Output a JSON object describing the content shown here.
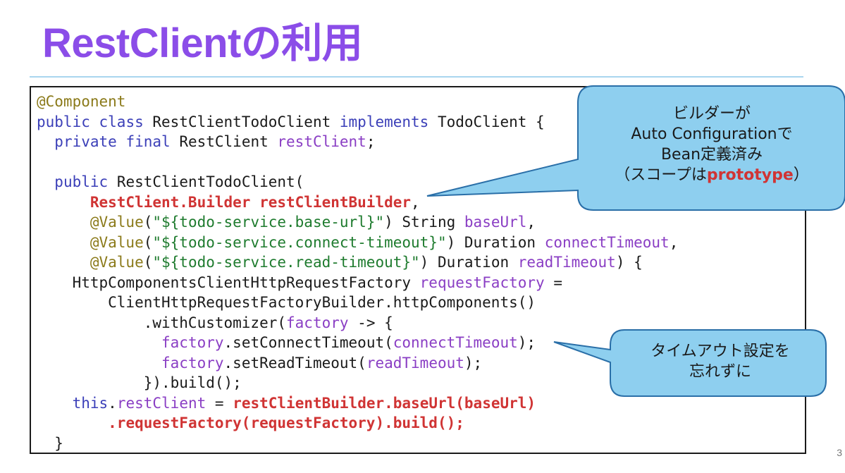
{
  "slide": {
    "title": "RestClientの利用",
    "page_number": "3"
  },
  "code": {
    "lines": [
      [
        {
          "t": "@Component",
          "c": "a"
        }
      ],
      [
        {
          "t": "public ",
          "c": "k"
        },
        {
          "t": "class ",
          "c": "k"
        },
        {
          "t": "RestClientTodoClient "
        },
        {
          "t": "implements ",
          "c": "k"
        },
        {
          "t": "TodoClient {"
        }
      ],
      [
        {
          "t": "  "
        },
        {
          "t": "private ",
          "c": "k"
        },
        {
          "t": "final ",
          "c": "k"
        },
        {
          "t": "RestClient "
        },
        {
          "t": "restClient",
          "c": "v"
        },
        {
          "t": ";"
        }
      ],
      [
        {
          "t": ""
        }
      ],
      [
        {
          "t": "  "
        },
        {
          "t": "public ",
          "c": "k"
        },
        {
          "t": "RestClientTodoClient("
        }
      ],
      [
        {
          "t": "      "
        },
        {
          "t": "RestClient.Builder restClientBuilder",
          "c": "r"
        },
        {
          "t": ","
        }
      ],
      [
        {
          "t": "      "
        },
        {
          "t": "@Value",
          "c": "a"
        },
        {
          "t": "("
        },
        {
          "t": "\"${todo-service.base-url}\"",
          "c": "s"
        },
        {
          "t": ") String "
        },
        {
          "t": "baseUrl",
          "c": "v"
        },
        {
          "t": ","
        }
      ],
      [
        {
          "t": "      "
        },
        {
          "t": "@Value",
          "c": "a"
        },
        {
          "t": "("
        },
        {
          "t": "\"${todo-service.connect-timeout}\"",
          "c": "s"
        },
        {
          "t": ") Duration "
        },
        {
          "t": "connectTimeout",
          "c": "v"
        },
        {
          "t": ","
        }
      ],
      [
        {
          "t": "      "
        },
        {
          "t": "@Value",
          "c": "a"
        },
        {
          "t": "("
        },
        {
          "t": "\"${todo-service.read-timeout}\"",
          "c": "s"
        },
        {
          "t": ") Duration "
        },
        {
          "t": "readTimeout",
          "c": "v"
        },
        {
          "t": ") {"
        }
      ],
      [
        {
          "t": "    HttpComponentsClientHttpRequestFactory "
        },
        {
          "t": "requestFactory",
          "c": "v"
        },
        {
          "t": " ="
        }
      ],
      [
        {
          "t": "        ClientHttpRequestFactoryBuilder.httpComponents()"
        }
      ],
      [
        {
          "t": "            .withCustomizer("
        },
        {
          "t": "factory",
          "c": "v"
        },
        {
          "t": " -> {"
        }
      ],
      [
        {
          "t": "              "
        },
        {
          "t": "factory",
          "c": "v"
        },
        {
          "t": ".setConnectTimeout("
        },
        {
          "t": "connectTimeout",
          "c": "v"
        },
        {
          "t": ");"
        }
      ],
      [
        {
          "t": "              "
        },
        {
          "t": "factory",
          "c": "v"
        },
        {
          "t": ".setReadTimeout("
        },
        {
          "t": "readTimeout",
          "c": "v"
        },
        {
          "t": ");"
        }
      ],
      [
        {
          "t": "            }).build();"
        }
      ],
      [
        {
          "t": "    "
        },
        {
          "t": "this",
          "c": "k"
        },
        {
          "t": "."
        },
        {
          "t": "restClient",
          "c": "v"
        },
        {
          "t": " = "
        },
        {
          "t": "restClientBuilder.baseUrl(baseUrl)",
          "c": "r"
        }
      ],
      [
        {
          "t": "        "
        },
        {
          "t": ".requestFactory(requestFactory).build();",
          "c": "r"
        }
      ],
      [
        {
          "t": "  }"
        }
      ]
    ]
  },
  "callouts": {
    "builder": {
      "line1": "ビルダーが",
      "line2": "Auto Configurationで",
      "line3": "Bean定義済み",
      "line4_prefix": "（スコープは",
      "line4_highlight": "prototype",
      "line4_suffix": "）"
    },
    "timeout": {
      "line1": "タイムアウト設定を",
      "line2": "忘れずに"
    }
  },
  "colors": {
    "title": "#8b4de8",
    "keyword": "#3b3fb8",
    "variable": "#8a3ec4",
    "string": "#1e7b2e",
    "annotation": "#8b7a1a",
    "highlight": "#d03434",
    "callout_fill": "#8ecfef",
    "callout_stroke": "#2a6fa8"
  }
}
